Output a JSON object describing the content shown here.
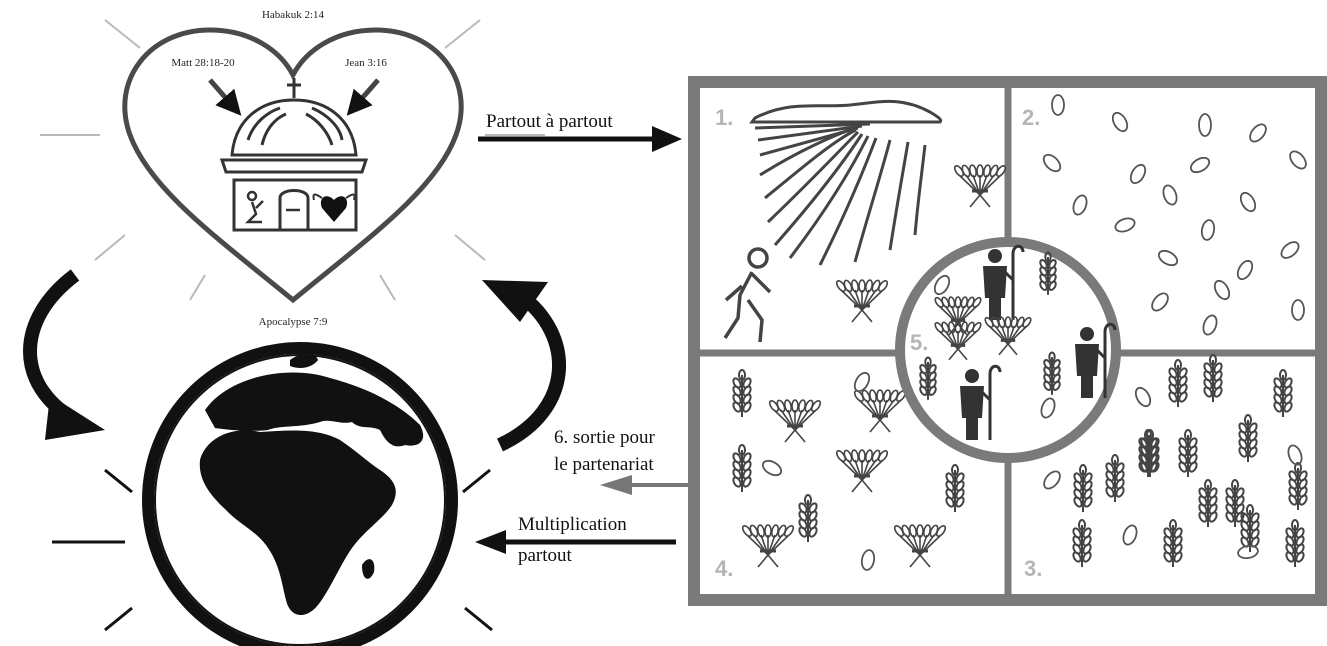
{
  "references": {
    "top": "Habakuk 2:14",
    "left": "Matt 28:18-20",
    "right": "Jean 3:16",
    "bottom": "Apocalypse 7:9"
  },
  "arrows": {
    "to_field": "Partout à partout",
    "partnership_line1": "6. sortie pour",
    "partnership_line2": "le partenariat",
    "multiplication_line1": "Multiplication",
    "multiplication_line2": "partout"
  },
  "panels": {
    "p1": "1.",
    "p2": "2.",
    "p3": "3.",
    "p4": "4.",
    "p5": "5."
  },
  "icons": [
    "heart-icon",
    "hut-icon",
    "cross-icon",
    "praying-person-icon",
    "door-icon",
    "winged-heart-icon",
    "globe-icon",
    "walking-person-icon",
    "sun-rays-icon",
    "seed-icon",
    "wheat-stalk-icon",
    "wheat-bundle-icon",
    "shepherd-icon"
  ],
  "colors": {
    "ink": "#111111",
    "frame": "#7a7a7a",
    "ray": "#b9b9b9",
    "panel_number": "#b5b5b5"
  }
}
